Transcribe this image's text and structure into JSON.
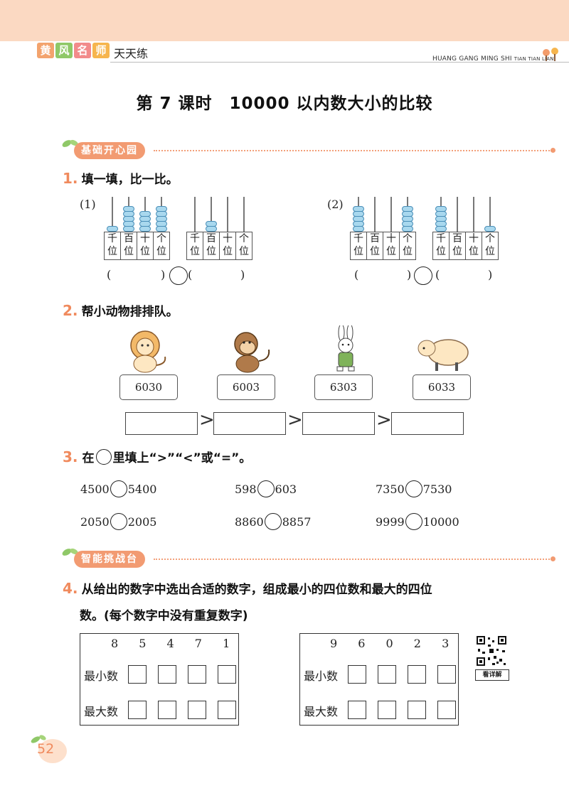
{
  "header": {
    "brand_chars": [
      "黄",
      "风",
      "名",
      "师"
    ],
    "brand_sub": "天天练",
    "brand_en_main": "HUANG GANG MING SHI",
    "brand_en_small": "TIAN TIAN LIAN"
  },
  "title": {
    "lesson": "第 7 课时",
    "topic": "10000 以内数大小的比较"
  },
  "sections": {
    "basic": "基础开心园",
    "challenge": "智能挑战台"
  },
  "q1": {
    "num": "1.",
    "text": "填一填，比一比。",
    "parts": [
      {
        "label": "(1)",
        "abacus_a": [
          1,
          5,
          4,
          5
        ],
        "abacus_b": [
          0,
          2,
          0,
          0
        ]
      },
      {
        "label": "(2)",
        "abacus_a": [
          5,
          0,
          0,
          5
        ],
        "abacus_b": [
          5,
          0,
          0,
          1
        ]
      }
    ],
    "place_labels": [
      "千位",
      "百位",
      "十位",
      "个位"
    ],
    "paren_open": "(",
    "paren_close": ")"
  },
  "q2": {
    "num": "2.",
    "text": "帮小动物排排队。",
    "animals": [
      {
        "icon": "lion-icon",
        "value": "6030"
      },
      {
        "icon": "monkey-icon",
        "value": "6003"
      },
      {
        "icon": "rabbit-icon",
        "value": "6303"
      },
      {
        "icon": "sheep-icon",
        "value": "6033"
      }
    ],
    "gt": ">"
  },
  "q3": {
    "num": "3.",
    "text_pre": "在",
    "text_post": "里填上“>”“<”或“=”。",
    "items": [
      {
        "left": "4500",
        "right": "5400"
      },
      {
        "left": "598",
        "right": "603"
      },
      {
        "left": "7350",
        "right": "7530"
      },
      {
        "left": "2050",
        "right": "2005"
      },
      {
        "left": "8860",
        "right": "8857"
      },
      {
        "left": "9999",
        "right": "10000"
      }
    ]
  },
  "q4": {
    "num": "4.",
    "line1": "从给出的数字中选出合适的数字，组成最小的四位数和最大的四位",
    "line2": "数。(每个数字中没有重复数字)",
    "groups": [
      {
        "digits": "8 5 4 7 1",
        "min_label": "最小数",
        "max_label": "最大数"
      },
      {
        "digits": "9 6 0 2 3",
        "min_label": "最小数",
        "max_label": "最大数"
      }
    ],
    "qr_caption": "看详解"
  },
  "page_number": "52",
  "colors": {
    "accent": "#f08a5d",
    "band": "#fbd9c2",
    "bead": "#a9d8ee"
  }
}
